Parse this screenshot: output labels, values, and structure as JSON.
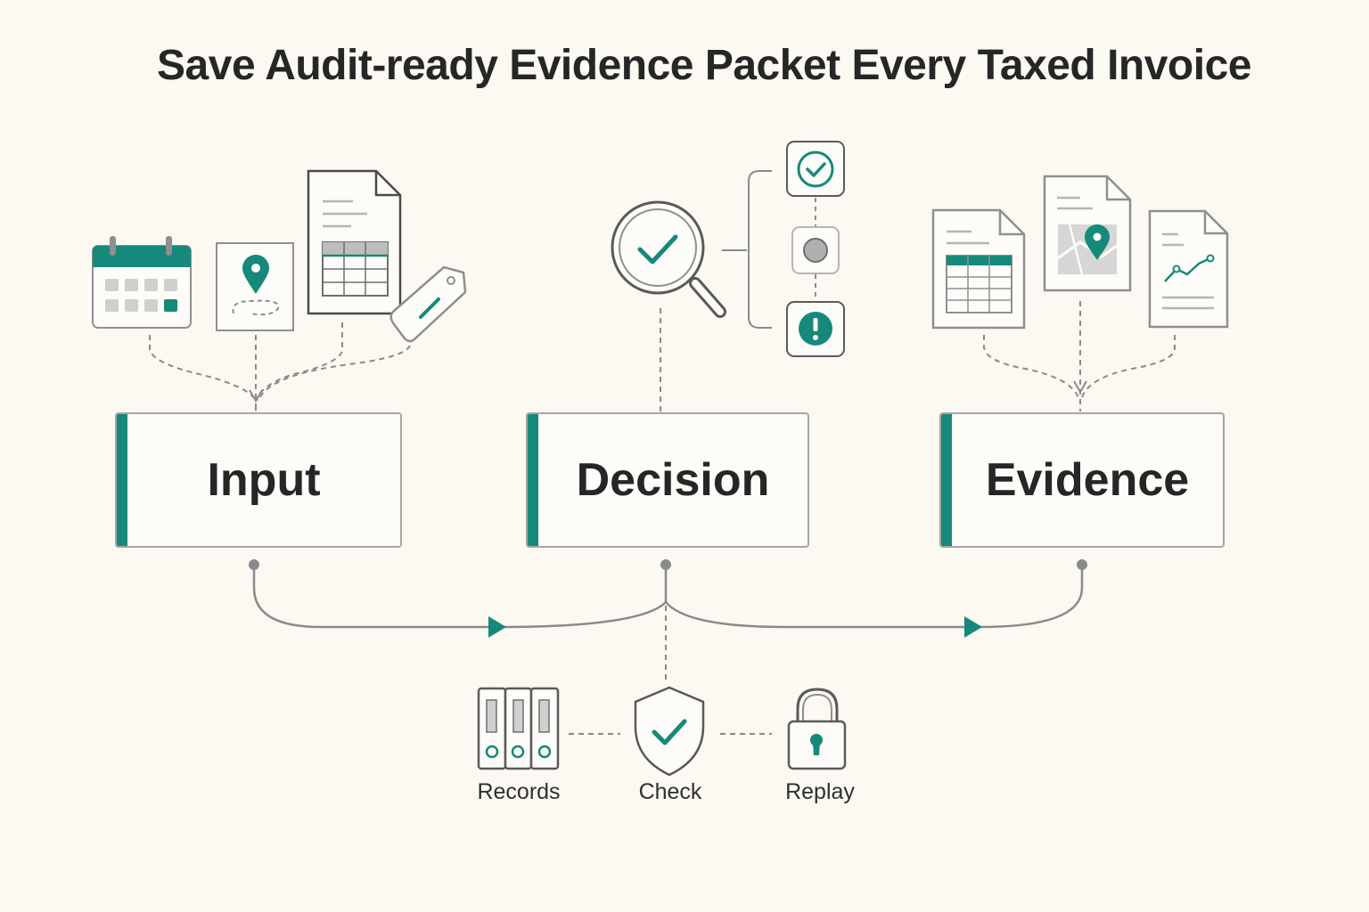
{
  "title": "Save Audit-ready Evidence Packet Every Taxed Invoice",
  "stages": {
    "input": "Input",
    "decision": "Decision",
    "evidence": "Evidence"
  },
  "safeguards": {
    "records": "Records",
    "check": "Check",
    "replay": "Replay"
  },
  "colors": {
    "accent": "#16897a",
    "line": "#8a8a8a",
    "background": "#fbf9f2",
    "text": "#262626"
  },
  "icons": {
    "input": [
      "calendar-icon",
      "map-pin-card-icon",
      "spreadsheet-document-icon",
      "price-tag-icon"
    ],
    "decision": [
      "magnifier-check-icon",
      "check-circle-icon",
      "neutral-circle-icon",
      "alert-circle-icon"
    ],
    "evidence": [
      "table-document-icon",
      "map-document-icon",
      "chart-document-icon"
    ],
    "safeguards": [
      "binders-icon",
      "shield-check-icon",
      "padlock-icon"
    ]
  }
}
